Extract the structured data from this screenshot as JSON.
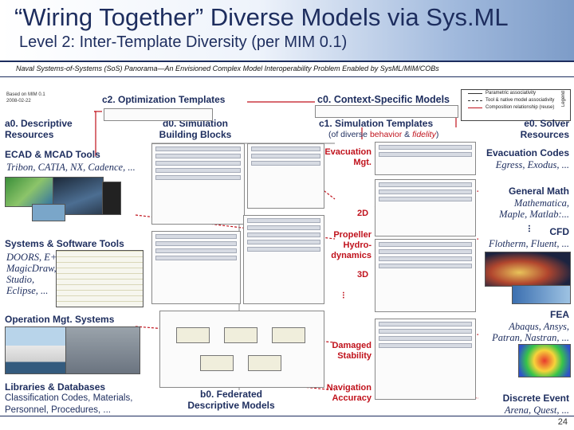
{
  "header": {
    "title": "“Wiring Together” Diverse Models via Sys.ML",
    "subtitle": "Level 2: Inter-Template Diversity (per MIM 0.1)",
    "caption": "Naval Systems-of-Systems (SoS) Panorama—An Envisioned Complex Model Interoperability Problem Enabled by SysML/MIM/COBs"
  },
  "stamp": {
    "line1": "Based on MIM 0.1",
    "line2": "2008-02-22"
  },
  "legend": {
    "tag": "Legend",
    "items": [
      "Parametric associativity",
      "Tool & native model associativity",
      "Composition relationship (reuse)"
    ]
  },
  "templates": {
    "c2": "c2. Optimization Templates",
    "c0": "c0. Context-Specific Models",
    "a0_line1": "a0. Descriptive",
    "a0_line2": "Resources",
    "d0_line1": "d0. Simulation",
    "d0_line2": "Building Blocks",
    "c1": "c1. Simulation Templates",
    "c1_note_prefix": "(of diverse ",
    "c1_note_behavior": "behavior",
    "c1_note_amp": " & ",
    "c1_note_fidelity": "fidelity",
    "c1_note_suffix": ")",
    "e0_line1": "e0. Solver",
    "e0_line2": "Resources",
    "b0_line1": "b0. Federated",
    "b0_line2": "Descriptive Models"
  },
  "left": {
    "ecad_title": "ECAD & MCAD Tools",
    "ecad_tools": "Tribon, CATIA, NX, Cadence, ...",
    "sys_title": "Systems & Software Tools",
    "sys_tools": [
      "DOORS, E+",
      "MagicDraw,",
      "Studio,",
      "Eclipse, ..."
    ],
    "ops_title": "Operation Mgt. Systems",
    "lib_title": "Libraries & Databases",
    "lib_line1": "Classification Codes, Materials,",
    "lib_line2": "Personnel, Procedures, ..."
  },
  "center": {
    "evac": [
      "Evacuation",
      "Mgt."
    ],
    "d2": "2D",
    "prop": [
      "Propeller",
      "Hydro-",
      "dynamics"
    ],
    "d3": "3D",
    "dmg": [
      "Damaged",
      "Stability"
    ],
    "nav": [
      "Navigation",
      "Accuracy"
    ],
    "dots": "..."
  },
  "right": {
    "evac_title": "Evacuation Codes",
    "evac_tools": "Egress, Exodus, ...",
    "math_title": "General Math",
    "math_tools_1": "Mathematica,",
    "math_tools_2": "Maple, Matlab:...",
    "cfd_dots": "...",
    "cfd_title": "CFD",
    "cfd_tools": "Flotherm, Fluent, ...",
    "fea_title": "FEA",
    "fea_tools_1": "Abaqus, Ansys,",
    "fea_tools_2": "Patran, Nastran, ...",
    "de_title": "Discrete Event",
    "de_tools": "Arena, Quest, ..."
  },
  "page_number": "24",
  "colors": {
    "navy": "#1d2d5e",
    "red": "#c0121c",
    "wire": "#c0121c"
  }
}
